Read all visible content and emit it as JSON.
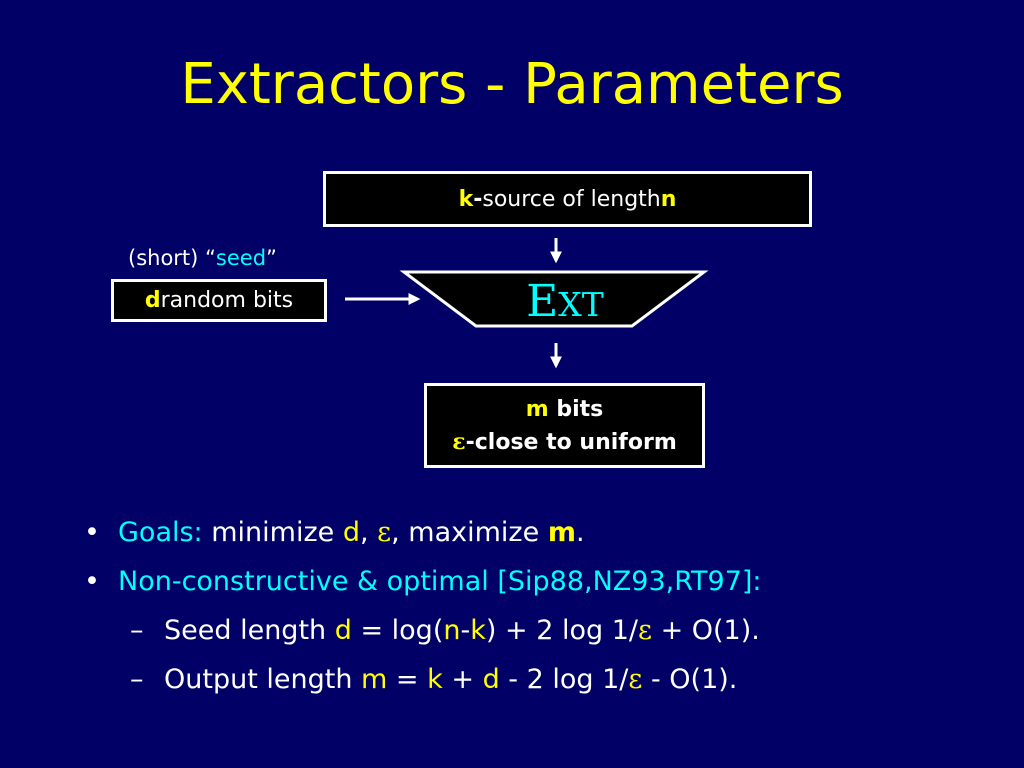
{
  "title": "Extractors - Parameters",
  "diagram": {
    "source": {
      "k": "k",
      "dash": "-",
      "text": "source of length ",
      "n": "n"
    },
    "seed_caption": {
      "pre": "(short) “",
      "seed": "seed",
      "post": "”"
    },
    "seed_box": {
      "d": "d",
      "text": " random bits"
    },
    "ext": {
      "first": "E",
      "rest": "XT"
    },
    "output": {
      "m": "m",
      "bits": " bits",
      "eps": "ε",
      "close": "-close to uniform"
    }
  },
  "bullets": [
    {
      "marker": "•",
      "label": "Goals:",
      "t1": " minimize ",
      "d": "d",
      "t2": ", ",
      "eps": "ε",
      "t3": ", maximize ",
      "m": "m",
      "t4": "."
    },
    {
      "marker": "•",
      "label": "Non-constructive & optimal ",
      "refs": "[Sip88,NZ93,RT97]:"
    }
  ],
  "subbullets": [
    {
      "marker": "–",
      "t1": "Seed length  ",
      "d": "d",
      "t2": " = log(",
      "n": "n",
      "t3": "-",
      "k": "k",
      "t4": ") + 2 log 1/",
      "eps": "ε",
      "t5": " + O(1)."
    },
    {
      "marker": "–",
      "t1": "Output length  ",
      "m": "m",
      "t2": " = ",
      "k": "k",
      "t3": " + ",
      "d": "d",
      "t4": " - 2 log 1/",
      "eps": "ε",
      "t5": " - O(1)."
    }
  ],
  "colors": {
    "background": "#000066",
    "title": "#ffff00",
    "accent": "#00ffff",
    "box_fill": "#000000"
  }
}
